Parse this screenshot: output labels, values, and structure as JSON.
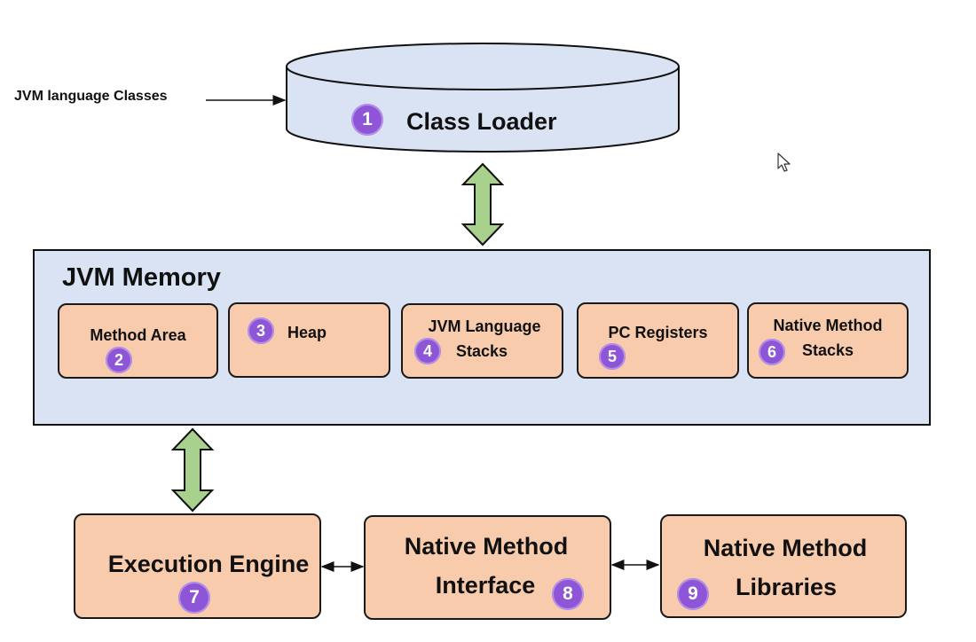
{
  "input": {
    "label": "JVM language Classes"
  },
  "class_loader": {
    "title": "Class Loader",
    "badge": "1"
  },
  "memory": {
    "title": "JVM Memory",
    "areas": [
      {
        "label_line1": "Method Area",
        "label_line2": "",
        "badge": "2"
      },
      {
        "label_line1": "Heap",
        "label_line2": "",
        "badge": "3"
      },
      {
        "label_line1": "JVM Language",
        "label_line2": "Stacks",
        "badge": "4"
      },
      {
        "label_line1": "PC Registers",
        "label_line2": "",
        "badge": "5"
      },
      {
        "label_line1": "Native Method",
        "label_line2": "Stacks",
        "badge": "6"
      }
    ]
  },
  "execution_engine": {
    "label": "Execution Engine",
    "badge": "7"
  },
  "native_interface": {
    "label_line1": "Native Method",
    "label_line2": "Interface",
    "badge": "8"
  },
  "native_libraries": {
    "label_line1": "Native Method",
    "label_line2": "Libraries",
    "badge": "9"
  },
  "colors": {
    "loader_fill": "#dae3f3",
    "memory_fill": "#dae3f3",
    "box_fill": "#f8cbad",
    "badge_fill": "#8e56d6",
    "arrow_fill": "#a9d18e",
    "outline": "#111111"
  }
}
